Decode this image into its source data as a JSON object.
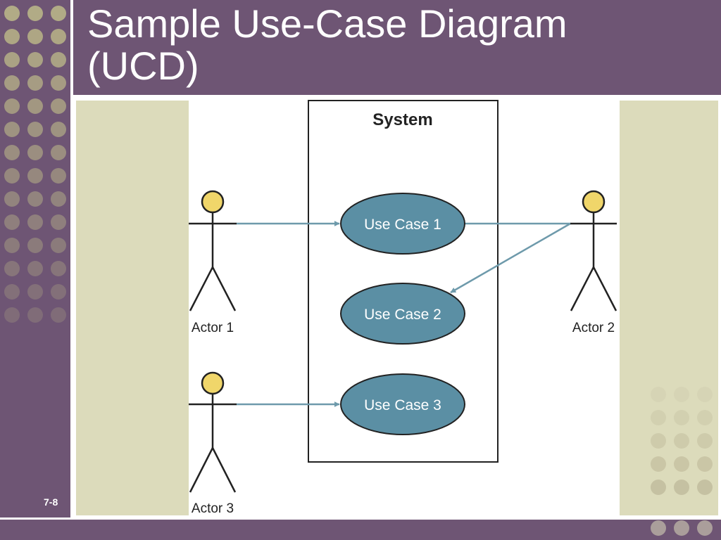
{
  "slide": {
    "title_lines": [
      "Sample Use-Case Diagram",
      "(UCD)"
    ],
    "slide_number": "7-8",
    "colors": {
      "theme_purple": "#6e5574",
      "panel_tan": "#dcdbbb",
      "use_case_fill": "#5b8fa4",
      "arrow": "#6e9aab",
      "actor_head": "#f0d66a"
    }
  },
  "diagram": {
    "system_label": "System",
    "use_cases": [
      {
        "id": "uc1",
        "label": "Use Case 1"
      },
      {
        "id": "uc2",
        "label": "Use Case 2"
      },
      {
        "id": "uc3",
        "label": "Use Case 3"
      }
    ],
    "actors": [
      {
        "id": "a1",
        "label": "Actor 1"
      },
      {
        "id": "a2",
        "label": "Actor 2"
      },
      {
        "id": "a3",
        "label": "Actor 3"
      }
    ],
    "associations": [
      {
        "from": "a1",
        "to": "uc1",
        "arrow": true
      },
      {
        "from": "a2",
        "to": "uc1",
        "arrow": false
      },
      {
        "from": "a2",
        "to": "uc2",
        "arrow": true
      },
      {
        "from": "a3",
        "to": "uc3",
        "arrow": true
      }
    ]
  }
}
